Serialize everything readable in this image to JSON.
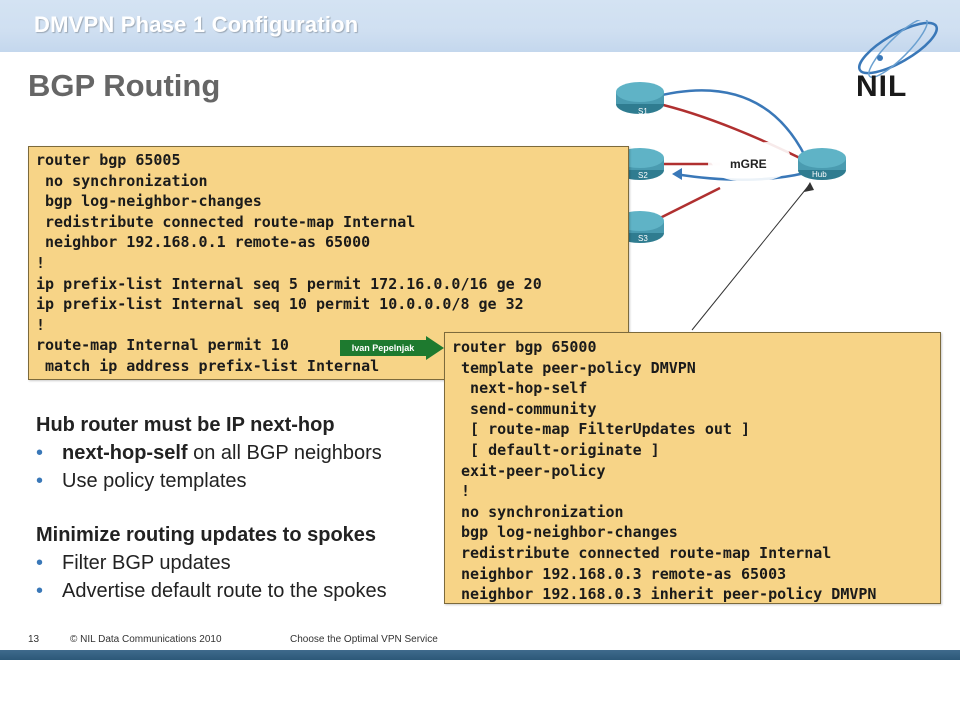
{
  "header": {
    "title": "DMVPN Phase 1 Configuration"
  },
  "logo": {
    "text": "NIL"
  },
  "slide": {
    "title": "BGP Routing"
  },
  "code_left": {
    "lines": [
      "router bgp 65005",
      " no synchronization",
      " bgp log-neighbor-changes",
      " redistribute connected route-map Internal",
      " neighbor 192.168.0.1 remote-as 65000",
      "!",
      "ip prefix-list Internal seq 5 permit 172.16.0.0/16 ge 20",
      "ip prefix-list Internal seq 10 permit 10.0.0.0/8 ge 32",
      "!",
      "route-map Internal permit 10",
      " match ip address prefix-list Internal"
    ]
  },
  "code_right": {
    "lines": [
      "router bgp 65000",
      " template peer-policy DMVPN",
      "  next-hop-self",
      "  send-community",
      "  [ route-map FilterUpdates out ]",
      "  [ default-originate ]",
      " exit-peer-policy",
      " !",
      " no synchronization",
      " bgp log-neighbor-changes",
      " redistribute connected route-map Internal",
      " neighbor 192.168.0.3 remote-as 65003",
      " neighbor 192.168.0.3 inherit peer-policy DMVPN"
    ]
  },
  "bullets": {
    "section1_heading": "Hub router must be IP next-hop",
    "section1_item1_bold": "next-hop-self",
    "section1_item1_rest": " on all BGP neighbors",
    "section1_item2": "Use policy templates",
    "section2_heading": "Minimize routing updates to spokes",
    "section2_item1": "Filter BGP updates",
    "section2_item2": "Advertise default route to the spokes",
    "bullet_char": "•"
  },
  "diagram": {
    "routers": [
      "S1",
      "S2",
      "S3",
      "Hub"
    ],
    "cloud_label": "mGRE"
  },
  "annotation": {
    "label": "Ivan Pepelnjak"
  },
  "footer": {
    "page_number": "13",
    "copyright": "© NIL Data Communications 2010",
    "tagline": "Choose the Optimal VPN Service"
  },
  "colors": {
    "code_bg": "#f7d487",
    "accent_blue": "#3a78b8",
    "arrow_green": "#1e7a2f",
    "link_red": "#b03030"
  }
}
